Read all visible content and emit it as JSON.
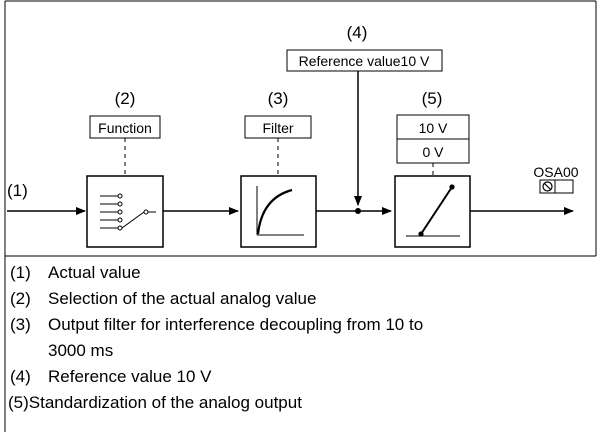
{
  "diagram": {
    "input_label": "(1)",
    "reference_num": "(4)",
    "reference_label": "Reference value10 V",
    "function_num": "(2)",
    "function_label": "Function",
    "filter_num": "(3)",
    "filter_label": "Filter",
    "standardize_num": "(5)",
    "standardize_high": "10 V",
    "standardize_low": "0 V",
    "output_label": "OSA00"
  },
  "legend": [
    {
      "num": "(1)",
      "text": "Actual value"
    },
    {
      "num": "(2)",
      "text": "Selection of the actual analog value"
    },
    {
      "num": "(3)",
      "text": "Output filter for interference decoupling from 10 to",
      "text2": "3000 ms"
    },
    {
      "num": "(4)",
      "text": "Reference value 10 V"
    },
    {
      "num": "(5)",
      "text": "Standardization of the analog output"
    }
  ]
}
